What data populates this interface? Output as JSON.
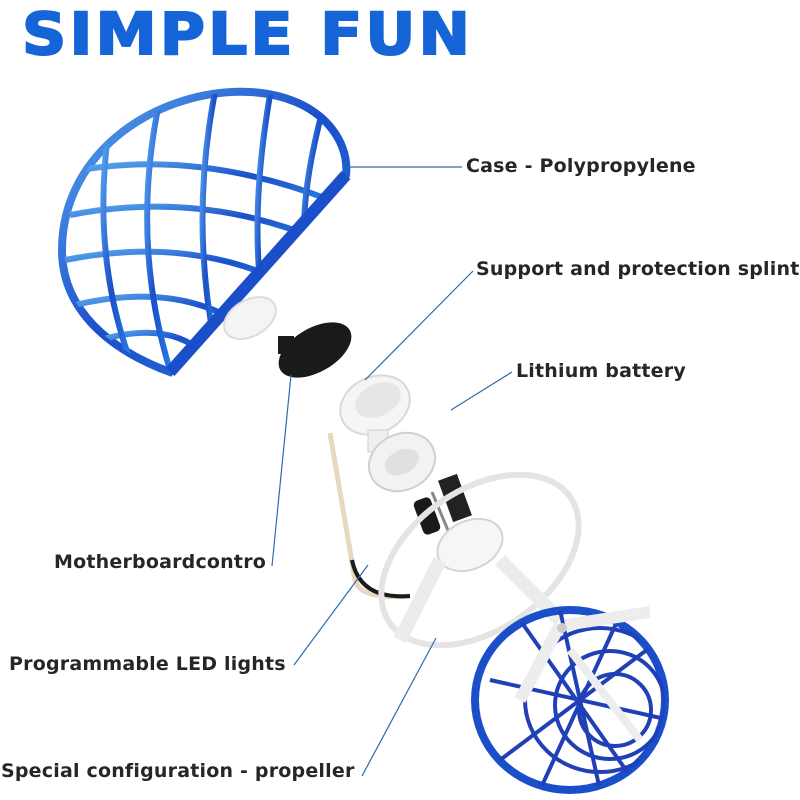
{
  "title": "SIMPLE FUN",
  "colors": {
    "title": "#1565d8",
    "leader_line": "#2d6bb0",
    "label_text": "#262626",
    "cage_blue": "#1a4fc9",
    "cage_highlight": "#5aa8f0"
  },
  "components": [
    {
      "id": "case",
      "label": "Case - Polypropylene"
    },
    {
      "id": "splint",
      "label": "Support and protection splint"
    },
    {
      "id": "battery",
      "label": "Lithium battery"
    },
    {
      "id": "motherboard",
      "label": "Motherboardcontro"
    },
    {
      "id": "led",
      "label": "Programmable LED lights"
    },
    {
      "id": "propeller",
      "label": "Special configuration - propeller"
    }
  ]
}
